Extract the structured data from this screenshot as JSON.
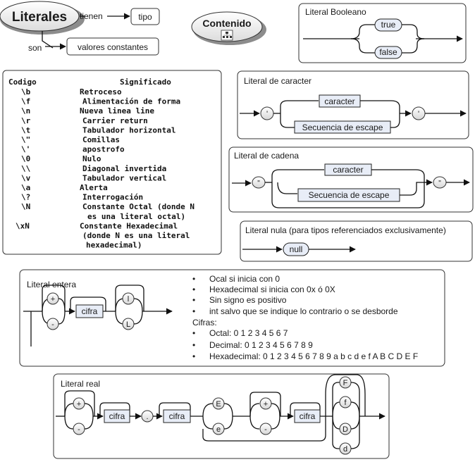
{
  "header": {
    "title": "Literales",
    "edge_tienen": "tienen",
    "target_tipo": "tipo",
    "edge_son": "son",
    "target_valores": "valores constantes",
    "contenido": "Contenido"
  },
  "boolean_panel": {
    "title": "Literal Booleano",
    "true_label": "true",
    "false_label": "false"
  },
  "escape_table": {
    "header_code": "Codigo",
    "header_meaning": "Significado",
    "rows": [
      [
        "\\b",
        "Retroceso"
      ],
      [
        "\\f",
        "Alimentación de forma"
      ],
      [
        "\\n",
        "Nueva linea line"
      ],
      [
        "\\r",
        "Carrier return"
      ],
      [
        "\\t",
        "Tabulador horizontal"
      ],
      [
        "\\\"",
        "Comillas"
      ],
      [
        "\\'",
        "apostrofo"
      ],
      [
        "\\0",
        "Nulo"
      ],
      [
        "\\\\",
        "Diagonal invertida"
      ],
      [
        "\\v",
        "Tabulador vertical"
      ],
      [
        "\\a",
        "Alerta"
      ],
      [
        "\\?",
        "Interrogación"
      ],
      [
        "\\N",
        "Constante Octal (donde N"
      ],
      [
        "",
        "es una literal octal)"
      ],
      [
        "\\xN",
        "Constante Hexadecimal"
      ],
      [
        "",
        "(donde N es una literal"
      ],
      [
        "",
        "hexadecimal)"
      ]
    ]
  },
  "char_panel": {
    "title": "Literal de caracter",
    "quote": "'",
    "caracter": "caracter",
    "escape": "Secuencia de escape"
  },
  "string_panel": {
    "title": "Literal de cadena",
    "quote": "\"",
    "caracter": "caracter",
    "escape": "Secuencia de escape"
  },
  "null_panel": {
    "title": "Literal nula (para tipos referenciados exclusivamente)",
    "null_label": "null"
  },
  "int_panel": {
    "title": "Literal entera",
    "plus": "+",
    "minus": "-",
    "cifra": "cifra",
    "l_upper": "l",
    "l_lower": "L",
    "bullets": [
      "Ocal si inicia con 0",
      "Hexadecimal si inicia con 0x ó 0X",
      "Sin signo es positivo",
      " int salvo que se indique lo contrario o se desborde"
    ],
    "cifras_heading": "Cifras:",
    "cifras": [
      "Octal: 0 1 2 3 4 5 6 7",
      "Decimal: 0 1 2 3 4 5 6 7 8 9",
      "Hexadecimal: 0 1 2 3 4 5 6 7 8 9 a b c d e f A B C D E F"
    ]
  },
  "real_panel": {
    "title": "Literal real",
    "plus": "+",
    "minus": "-",
    "cifra": "cifra",
    "dot": ".",
    "e_upper": "E",
    "e_lower": "e",
    "f_upper": "F",
    "f_lower": "f",
    "d_upper": "D",
    "d_lower": "d"
  },
  "colors": {
    "box_fill": "#e8edf7",
    "bubble_fill": "#ececec",
    "line": "#111111"
  },
  "icons": {
    "contenido_icon": "sitemap-icon"
  }
}
